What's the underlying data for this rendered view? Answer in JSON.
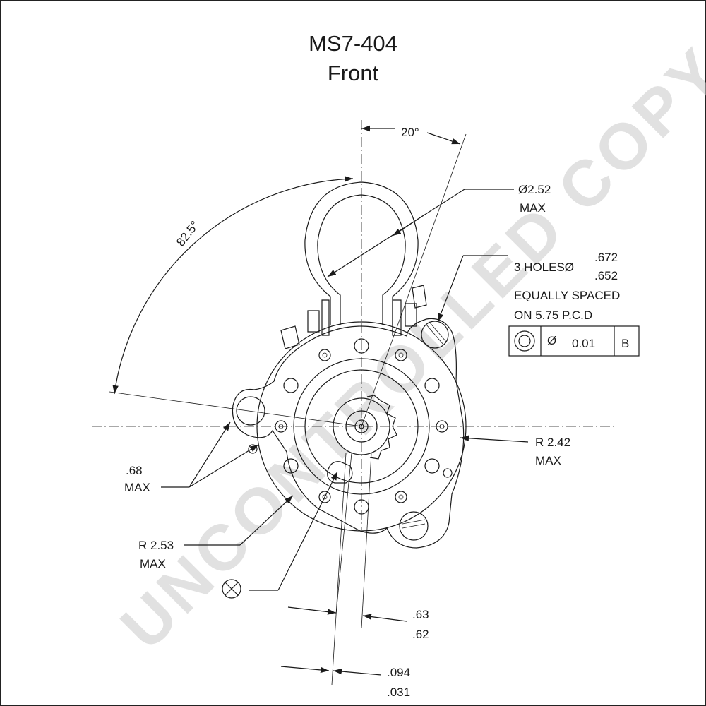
{
  "title": {
    "part": "MS7-404",
    "view": "Front"
  },
  "watermark": "UNCONTROLLED COPY",
  "angles": {
    "a1": "20°",
    "a2": "82.5°"
  },
  "dims": {
    "dia_max": {
      "value": "Ø2.52",
      "suffix": "MAX"
    },
    "holes": {
      "label": "3 HOLESØ",
      "upper": ".672",
      "lower": ".652",
      "note1": "EQUALLY SPACED",
      "note2": "ON 5.75 P.C.D"
    },
    "r242": {
      "value": "R 2.42",
      "suffix": "MAX"
    },
    "d68": {
      "value": ".68",
      "suffix": "MAX"
    },
    "r253": {
      "value": "R 2.53",
      "suffix": "MAX"
    },
    "d63": {
      "upper": ".63",
      "lower": ".62"
    },
    "d094": {
      "upper": ".094",
      "lower": ".031"
    }
  },
  "fcf": {
    "symbol": "Ø",
    "tol": "0.01",
    "datum": "B"
  },
  "colors": {
    "line": "#1a1a1a",
    "watermark": "#c8c8c8"
  }
}
